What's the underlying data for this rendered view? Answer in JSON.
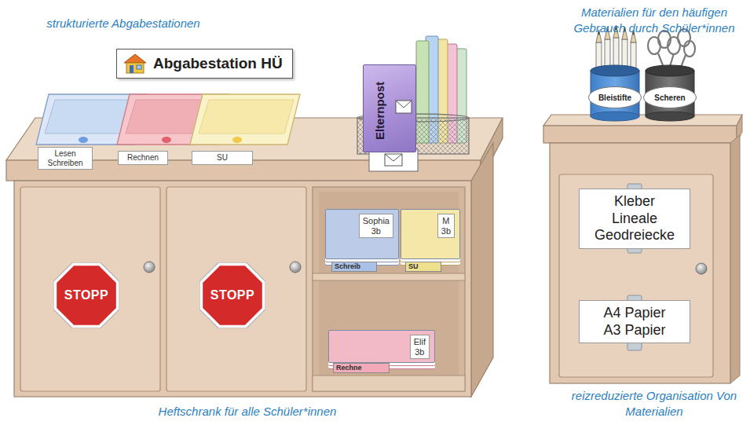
{
  "diagram": {
    "nodes": [
      {
        "text": [
          "Abgabestation HÜ"
        ]
      },
      {
        "text": [
          "Lesen Schreiben"
        ]
      },
      {
        "text": [
          "Rechnen"
        ]
      },
      {
        "text": [
          "SU"
        ]
      },
      {
        "text": [
          "Elternpost"
        ]
      },
      {
        "text": [
          "STOPP"
        ]
      },
      {
        "text": [
          "STOPP"
        ]
      },
      {
        "text": [
          "Sophia 3b"
        ]
      },
      {
        "text": [
          "M 3b"
        ]
      },
      {
        "text": [
          "Schreib"
        ]
      },
      {
        "text": [
          "SU"
        ]
      },
      {
        "text": [
          "Elif 3b"
        ]
      },
      {
        "text": [
          "Rechne"
        ]
      },
      {
        "text": [
          "Bleistifte"
        ]
      },
      {
        "text": [
          "Scheren"
        ]
      },
      {
        "text": [
          "Kleber Lineale Geodreiecke"
        ]
      },
      {
        "text": [
          "A4 Papier A3 Papier"
        ]
      }
    ],
    "labels": [
      "strukturierte Abgabestationen",
      "Materialien für den häufigen Gebrauch durch Schüler*innen",
      "Heftschrank für alle Schüler*innen",
      "reizreduzierte Organisation Von Materialien"
    ]
  }
}
